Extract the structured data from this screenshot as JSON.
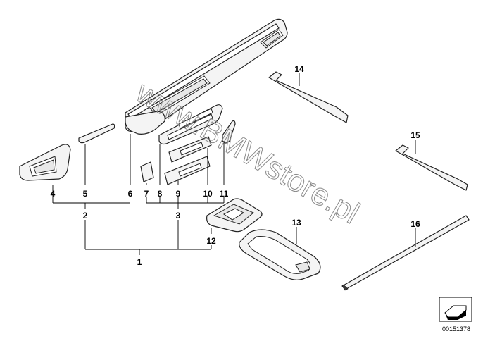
{
  "watermark": "www.BMWstore.pl",
  "document_number": "00151378",
  "callouts": {
    "c1": "1",
    "c2": "2",
    "c3": "3",
    "c4": "4",
    "c5": "5",
    "c6": "6",
    "c7": "7",
    "c8": "8",
    "c9": "9",
    "c10": "10",
    "c11": "11",
    "c12": "12",
    "c13": "13",
    "c14": "14",
    "c15": "15",
    "c16": "16"
  }
}
